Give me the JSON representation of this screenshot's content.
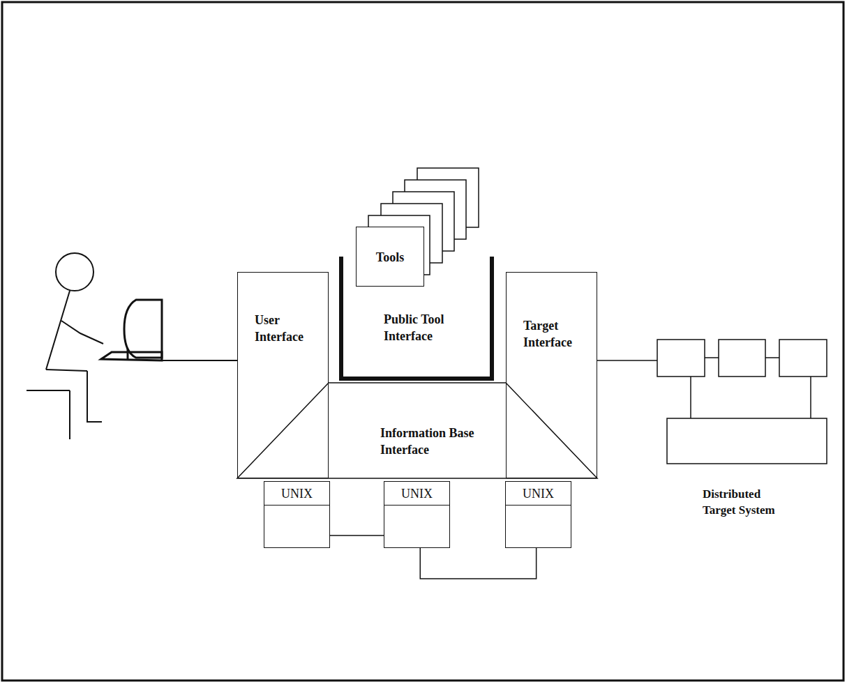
{
  "diagram": {
    "nodes": [
      {
        "text": [
          "Tools"
        ]
      },
      {
        "text": [
          "User Interface"
        ]
      },
      {
        "text": [
          "Public Tool Interface"
        ]
      },
      {
        "text": [
          "Target Interface"
        ]
      },
      {
        "text": [
          "Information Base Interface"
        ]
      },
      {
        "text": [
          "UNIX"
        ]
      },
      {
        "text": [
          "UNIX"
        ]
      },
      {
        "text": [
          "UNIX"
        ]
      }
    ],
    "edges": [
      {
        "from": 5,
        "to": 6,
        "arrow": "none"
      },
      {
        "from": 6,
        "to": 7,
        "arrow": "none"
      }
    ],
    "labels": [
      "Distributed Target System"
    ]
  }
}
